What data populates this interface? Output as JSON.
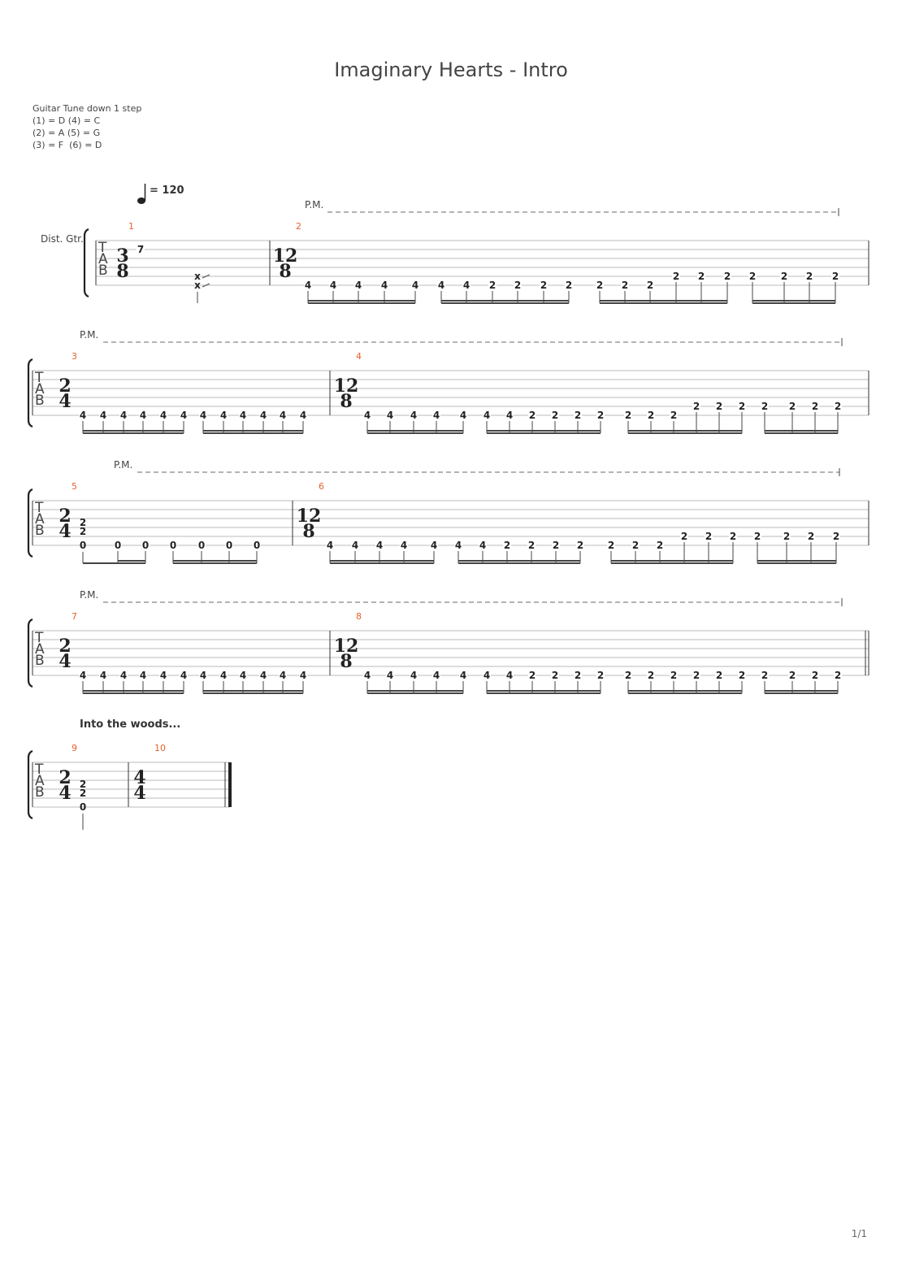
{
  "title": "Imaginary Hearts - Intro",
  "tuning": {
    "header": "Guitar Tune down 1 step",
    "lines": [
      "(1) = D (4) = C",
      "(2) = A (5) = G",
      "(3) = F  (6) = D"
    ]
  },
  "tempo": "= 120",
  "instrument": "Dist. Gtr.",
  "pm_label": "P.M.",
  "annotation": "Into the woods...",
  "page_number": "1/1",
  "systems": [
    {
      "measures": [
        {
          "number": "1",
          "time_sig": [
            "3",
            "8"
          ],
          "notes": [
            {
              "s": 2,
              "f": "7"
            }
          ]
        },
        {
          "number": "2",
          "time_sig": [
            "12",
            "8"
          ],
          "frets": [
            "4",
            "4",
            "4",
            "4",
            "4",
            "4",
            "4",
            "2",
            "2",
            "2",
            "2",
            "2",
            "2",
            "2",
            "2",
            "2",
            "2",
            "2",
            "2",
            "2",
            "2"
          ],
          "strings": [
            6,
            6,
            6,
            6,
            6,
            6,
            6,
            6,
            6,
            6,
            6,
            6,
            6,
            6,
            5,
            5,
            5,
            5,
            5,
            5,
            5
          ]
        }
      ]
    },
    {
      "measures": [
        {
          "number": "3",
          "time_sig": [
            "2",
            "4"
          ],
          "frets": [
            "4",
            "4",
            "4",
            "4",
            "4",
            "4",
            "4",
            "4",
            "4",
            "4",
            "4",
            "4"
          ]
        },
        {
          "number": "4",
          "time_sig": [
            "12",
            "8"
          ],
          "frets": [
            "4",
            "4",
            "4",
            "4",
            "4",
            "4",
            "4",
            "2",
            "2",
            "2",
            "2",
            "2",
            "2",
            "2",
            "2",
            "2",
            "2",
            "2",
            "2",
            "2",
            "2"
          ],
          "strings": [
            6,
            6,
            6,
            6,
            6,
            6,
            6,
            6,
            6,
            6,
            6,
            6,
            6,
            6,
            5,
            5,
            5,
            5,
            5,
            5,
            5
          ]
        }
      ]
    },
    {
      "measures": [
        {
          "number": "5",
          "time_sig": [
            "2",
            "4"
          ],
          "chord": [
            "2",
            "2",
            "0"
          ],
          "frets": [
            "0",
            "0",
            "0",
            "0",
            "0",
            "0"
          ]
        },
        {
          "number": "6",
          "time_sig": [
            "12",
            "8"
          ],
          "frets": [
            "4",
            "4",
            "4",
            "4",
            "4",
            "4",
            "4",
            "2",
            "2",
            "2",
            "2",
            "2",
            "2",
            "2",
            "2",
            "2",
            "2",
            "2",
            "2",
            "2",
            "2"
          ],
          "strings": [
            6,
            6,
            6,
            6,
            6,
            6,
            6,
            6,
            6,
            6,
            6,
            6,
            6,
            6,
            5,
            5,
            5,
            5,
            5,
            5,
            5
          ]
        }
      ]
    },
    {
      "measures": [
        {
          "number": "7",
          "time_sig": [
            "2",
            "4"
          ],
          "frets": [
            "4",
            "4",
            "4",
            "4",
            "4",
            "4",
            "4",
            "4",
            "4",
            "4",
            "4",
            "4"
          ]
        },
        {
          "number": "8",
          "time_sig": [
            "12",
            "8"
          ],
          "frets": [
            "4",
            "4",
            "4",
            "4",
            "4",
            "4",
            "4",
            "2",
            "2",
            "2",
            "2",
            "2",
            "2",
            "2",
            "2",
            "2",
            "2",
            "2",
            "2",
            "2",
            "2"
          ]
        }
      ]
    },
    {
      "measures": [
        {
          "number": "9",
          "time_sig": [
            "2",
            "4"
          ],
          "chord": [
            "2",
            "2",
            "0"
          ]
        },
        {
          "number": "10",
          "time_sig": [
            "4",
            "4"
          ]
        }
      ]
    }
  ]
}
